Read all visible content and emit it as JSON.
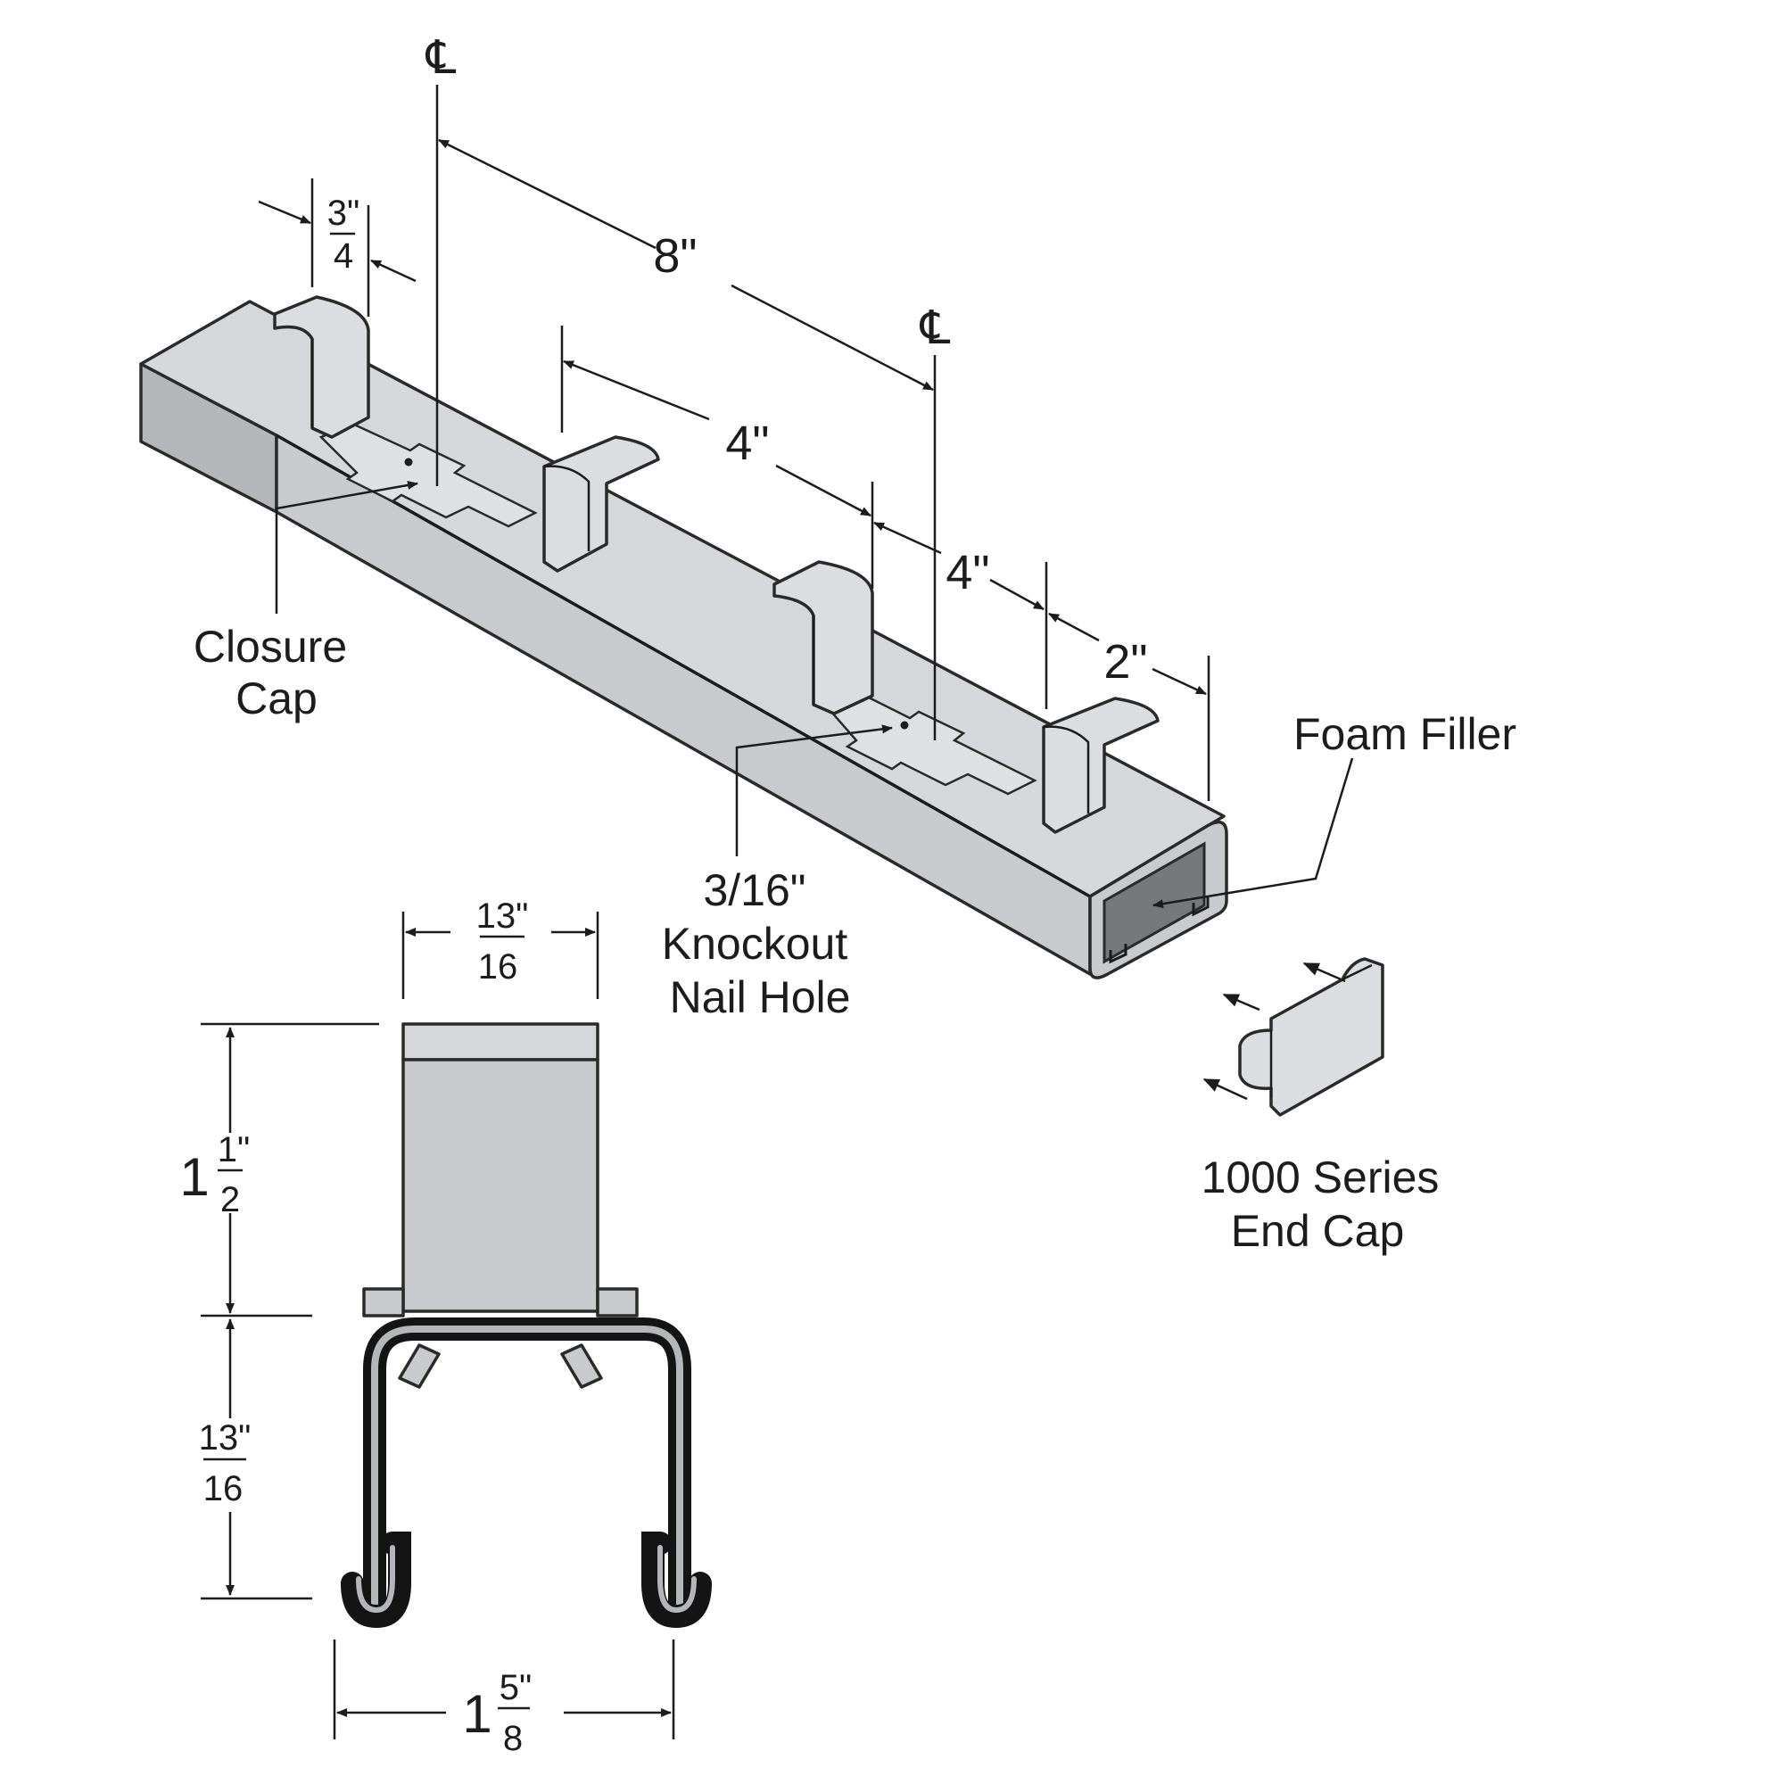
{
  "labels": {
    "centerline_symbol": "℄",
    "closure_cap_line1": "Closure",
    "closure_cap_line2": "Cap",
    "knockout_line1": "3/16\"",
    "knockout_line2": "Knockout",
    "knockout_line3": "Nail Hole",
    "foam_filler": "Foam Filler",
    "end_cap_line1": "1000 Series",
    "end_cap_line2": "End Cap"
  },
  "dimensions": {
    "tab_width_num": "3\"",
    "tab_width_den": "4",
    "centerline_spacing": "8\"",
    "tab_gap": "4\"",
    "tab_to_tab": "4\"",
    "end_offset": "2\"",
    "top_width_num": "13\"",
    "top_width_den": "16",
    "cap_height_whole": "1",
    "cap_height_num": "1\"",
    "cap_height_den": "2",
    "channel_height_num": "13\"",
    "channel_height_den": "16",
    "channel_width_whole": "1",
    "channel_width_num": "5\"",
    "channel_width_den": "8"
  },
  "colors": {
    "steel": "#c9cacd",
    "foam": "#77787b",
    "line": "#1c1c1c"
  }
}
